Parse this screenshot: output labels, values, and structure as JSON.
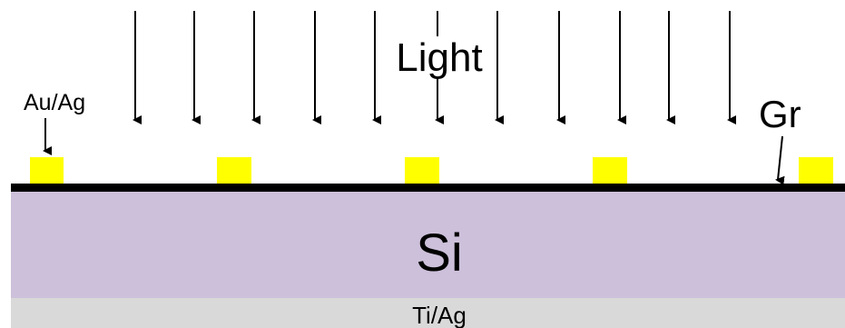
{
  "labels": {
    "light": "Light",
    "electrode": "Au/Ag",
    "graphene": "Gr",
    "substrate": "Si",
    "back_contact": "Ti/Ag"
  },
  "colors": {
    "arrow": "#000000",
    "electrode": "#ffff00",
    "graphene": "#000000",
    "substrate": "#cdc0da",
    "back_contact": "#d9d9d9"
  },
  "light_arrow_count": 11,
  "electrode_pad_count": 5
}
